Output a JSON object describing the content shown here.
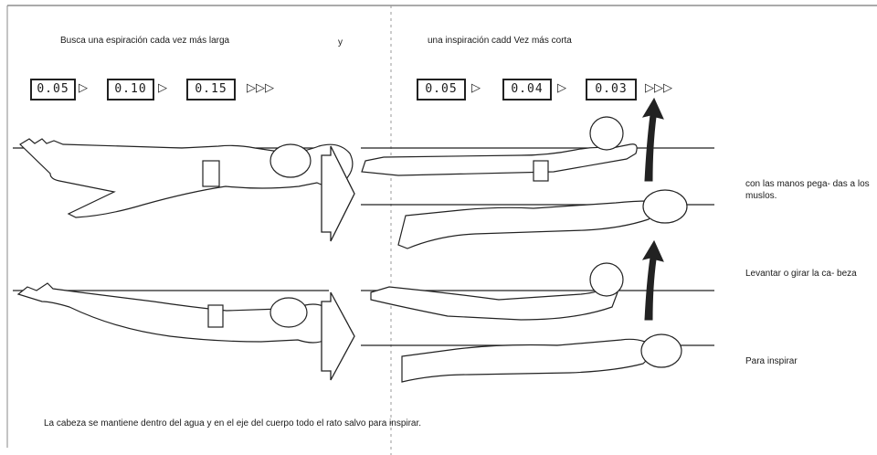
{
  "header": {
    "left": "Busca una espiración cada vez más larga",
    "connector": "y",
    "right": "una inspiración cadd Vez más corta"
  },
  "timers": {
    "left": [
      "0.05",
      "0.10",
      "0.15"
    ],
    "right": [
      "0.05",
      "0.04",
      "0.03"
    ],
    "separator": "▷",
    "more": "▷▷▷"
  },
  "side_notes": [
    "con las manos pega- das a los muslos.",
    "Levantar o girar la ca- beza",
    "Para inspirar"
  ],
  "footer": "La cabeza se mantiene dentro del agua y en el eje del cuerpo todo el rato salvo para inspirar."
}
